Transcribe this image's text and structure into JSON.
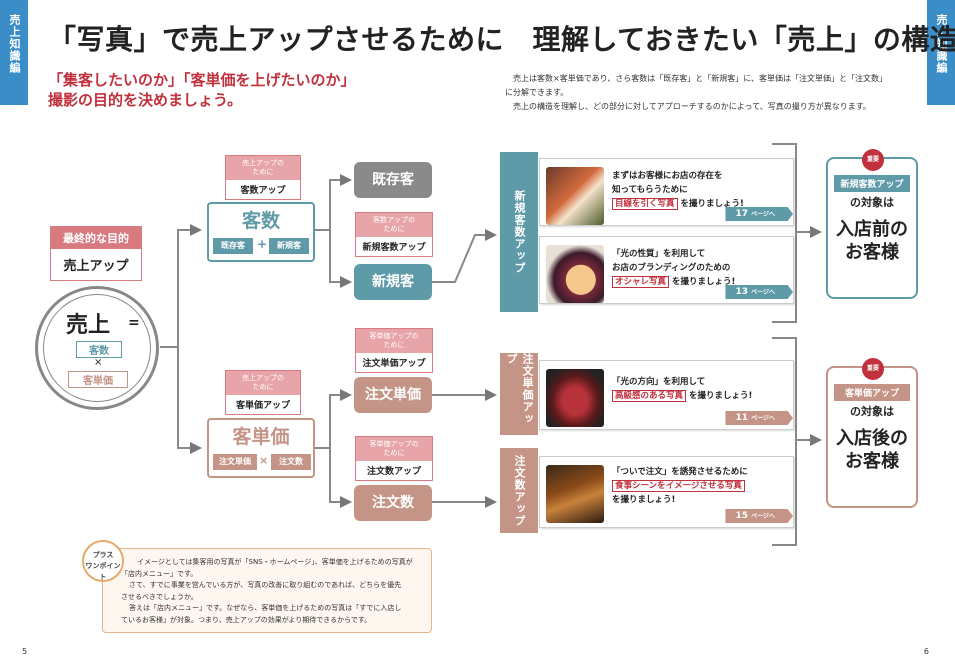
{
  "side_tab": "売上知識編",
  "title": "「写真」で売上アップさせるために　理解しておきたい「売上」の構造",
  "subtitle": [
    "「集客したいのか」「客単価を上げたいのか」",
    "撮影の目的を決めましょう。"
  ],
  "intro": [
    "売上は客数×客単価であり、さら客数は「既存客」と「新規客」に、客単価は「注文単価」と「注文数」",
    "に分解できます。",
    "売上の構造を理解し、どの部分に対してアプローチするのかによって、写真の撮り方が異なります。"
  ],
  "goal": {
    "label": "最終的な目的",
    "value": "売上アップ"
  },
  "sales_circle": {
    "title": "売上",
    "eq": "=",
    "a": "客数",
    "times": "×",
    "b": "客単価"
  },
  "customers": {
    "title": "客数",
    "a": "既存客",
    "plus": "+",
    "b": "新規客"
  },
  "unit_price": {
    "title": "客単価",
    "a": "注文単価",
    "times": "×",
    "b": "注文数"
  },
  "ribbons": {
    "customers_up": {
      "top": "売上アップの\nために",
      "bottom": "客数アップ"
    },
    "new_up": {
      "top": "客数アップの\nために",
      "bottom": "新規客数アップ"
    },
    "price_up": {
      "top": "売上アップの\nために",
      "bottom": "客単価アップ"
    },
    "order_price_up": {
      "top": "客単価アップの\nために",
      "bottom": "注文単価アップ"
    },
    "order_count_up": {
      "top": "客単価アップの\nために",
      "bottom": "注文数アップ"
    }
  },
  "nodes": {
    "existing": "既存客",
    "new": "新規客",
    "order_price": "注文単価",
    "order_count": "注文数"
  },
  "vert_labels": {
    "new_up": "新規客数アップ",
    "price_up": "注文単価アップ",
    "count_up": "注文数アップ"
  },
  "cards": [
    {
      "line1": "まずはお客様にお店の存在を",
      "line2": "知ってもらうために",
      "highlight": "目線を引く写真",
      "tail": "を撮りましょう!",
      "page": "17",
      "page_suffix": "ページへ"
    },
    {
      "line1": "「光の性質」を利用して",
      "line2": "お店のブランディングのための",
      "highlight": "オシャレ写真",
      "tail": "を撮りましょう!",
      "page": "13",
      "page_suffix": "ページへ"
    },
    {
      "line1": "「光の方向」を利用して",
      "line2": "",
      "highlight": "高級感のある写真",
      "tail": "を撮りましょう!",
      "page": "11",
      "page_suffix": "ページへ"
    },
    {
      "line1": "「ついで注文」を誘発させるために",
      "line2": "",
      "highlight": "食事シーンをイメージさせる写真",
      "tail": "を撮りましょう!",
      "page": "15",
      "page_suffix": "ページへ"
    }
  ],
  "results": [
    {
      "badge": "重要",
      "tag": "新規客数アップ",
      "mid": "の対象は",
      "big1": "入店前の",
      "big2": "お客様"
    },
    {
      "badge": "重要",
      "tag": "客単価アップ",
      "mid": "の対象は",
      "big1": "入店後の",
      "big2": "お客様"
    }
  ],
  "plus_point": {
    "badge": "プラス\nワンポイント",
    "lines": [
      "イメージとしては集客用の写真が「SNS・ホームページ」、客単価を上げるための写真が",
      "「店内メニュー」です。",
      "さて、すでに事業を営んでいる方が、写真の改善に取り組むのであれば、どちらを優先",
      "させるべきでしょうか。",
      "答えは「店内メニュー」です。なぜなら、客単価を上げるための写真は「すでに入店し",
      "ているお客様」が対象。つまり、売上アップの効果がより期待できるからです。"
    ]
  },
  "page_numbers": {
    "left": "5",
    "right": "6"
  },
  "colors": {
    "blue": "#5f9aa8",
    "brown": "#c49486",
    "red": "#c1303d",
    "tab": "#3a8dc6",
    "pink": "#d97a80"
  }
}
